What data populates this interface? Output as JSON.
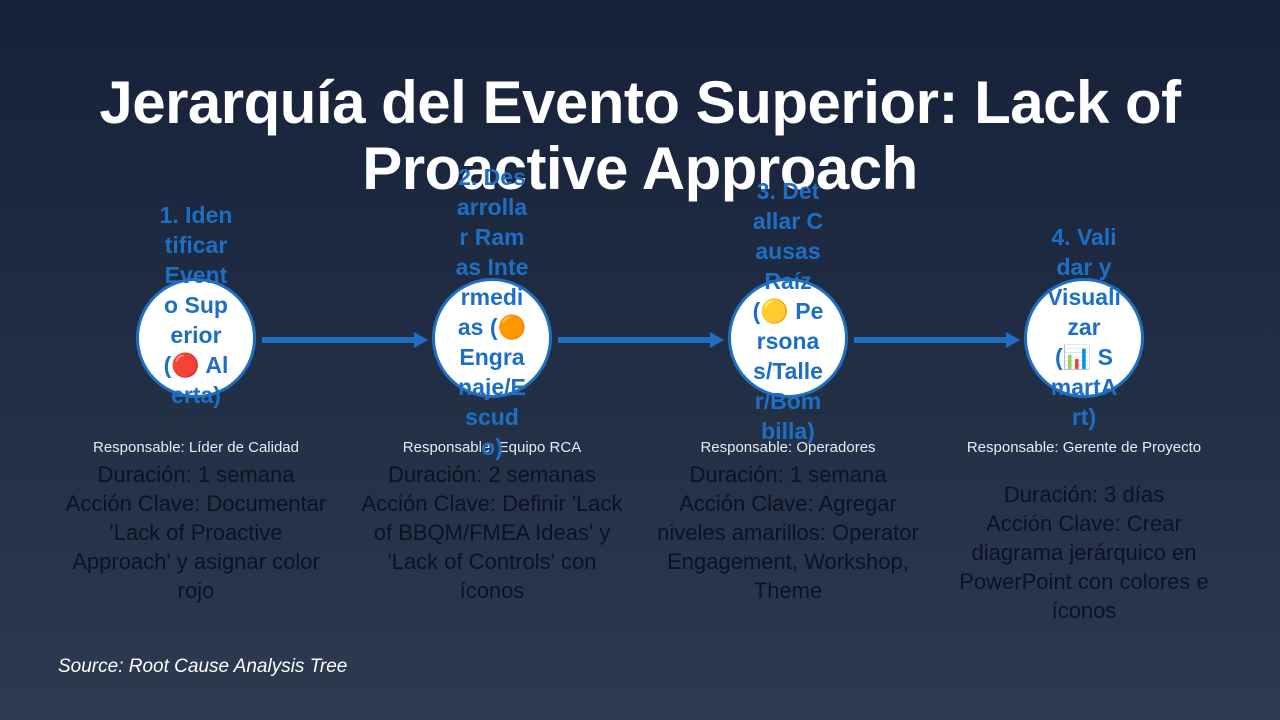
{
  "title": "Jerarquía del Evento Superior: Lack of Proactive Approach",
  "steps": [
    {
      "label": "1. Identificar Evento Superior (🔴 Alerta)",
      "owner": "Responsable: Líder de Calidad",
      "duration": "Duración: 1 semana",
      "action": "Acción Clave: Documentar 'Lack of Proactive Approach' y asignar color rojo"
    },
    {
      "label": "2. Desarrollar Ramas Intermedias (🟠 Engranaje/Escudo)",
      "owner": "Responsable: Equipo RCA",
      "duration": "Duración: 2 semanas",
      "action": "Acción Clave: Definir 'Lack of BBQM/FMEA Ideas' y 'Lack of Controls' con íconos"
    },
    {
      "label": "3. Detallar Causas Raíz (🟡 Personas/Taller/Bombilla)",
      "owner": "Responsable: Operadores",
      "duration": "Duración: 1 semana",
      "action": "Acción Clave: Agregar niveles amarillos: Operator Engagement, Workshop, Theme"
    },
    {
      "label": "4. Validar y Visualizar (📊 SmartArt)",
      "owner": "Responsable: Gerente de Proyecto",
      "duration": "Duración: 3 días",
      "action": "Acción Clave: Crear diagrama jerárquico en PowerPoint con colores e íconos"
    }
  ],
  "source": "Source: Root Cause Analysis Tree",
  "colors": {
    "accent": "#1e6fc4",
    "background_top": "#16213a",
    "background_bottom": "#2c3a52",
    "node_fill": "#ffffff",
    "detail_text": "#0e1220"
  }
}
